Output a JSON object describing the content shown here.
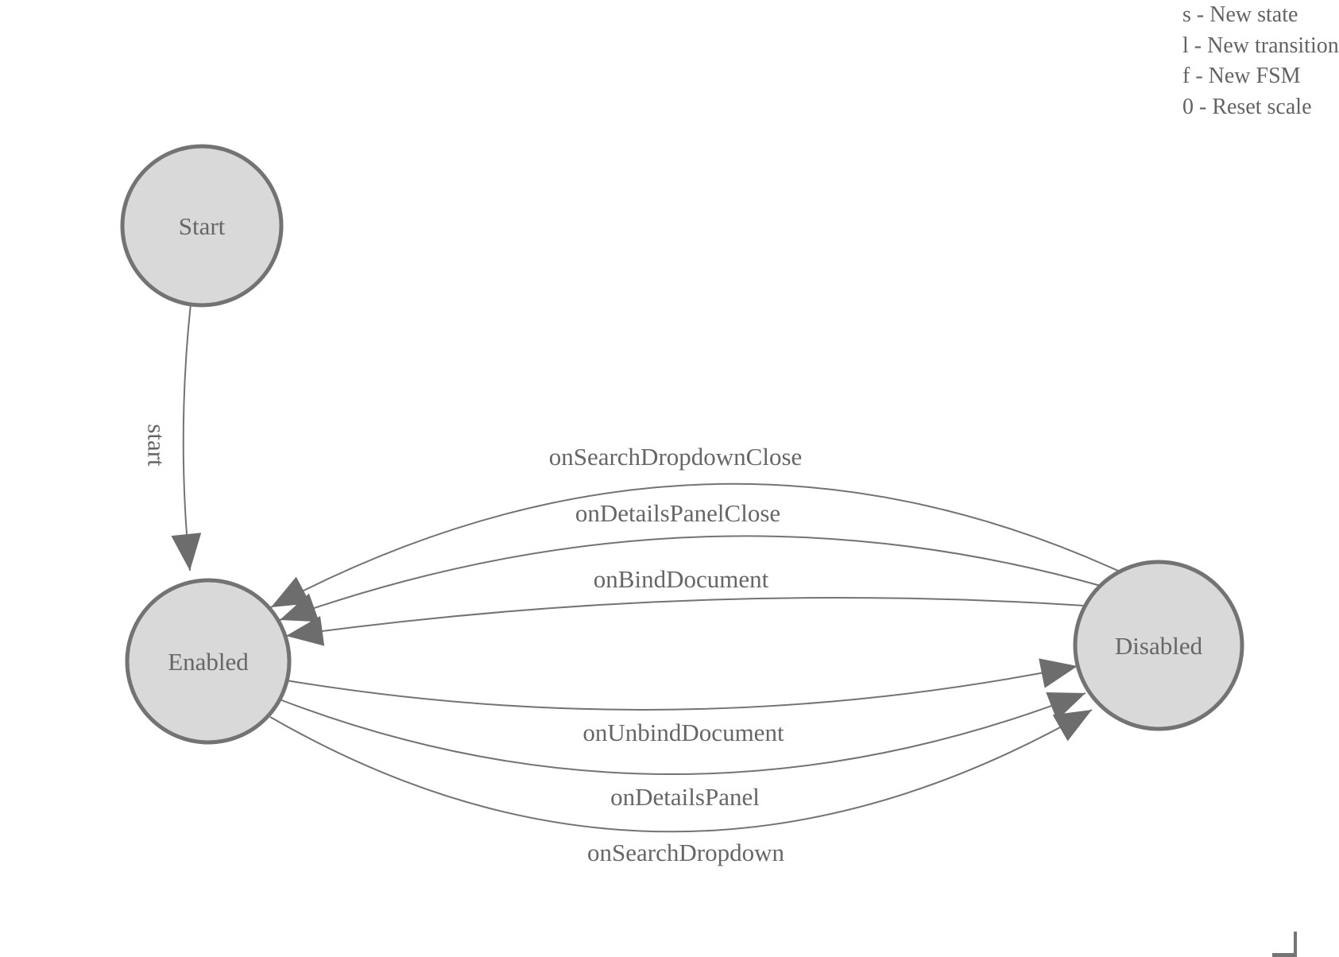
{
  "diagram": {
    "type": "finite-state-machine",
    "background": "#ffffff",
    "colors": {
      "node_fill": "#d9d9d9",
      "node_stroke": "#737373",
      "edge_stroke": "#737373",
      "arrow_fill": "#6d6d6d",
      "label_text": "#666666",
      "legend_text": "#636363"
    },
    "nodes": [
      {
        "id": "start",
        "label": "Start"
      },
      {
        "id": "enabled",
        "label": "Enabled"
      },
      {
        "id": "disabled",
        "label": "Disabled"
      }
    ],
    "edges": [
      {
        "id": "start-edge",
        "label": "start",
        "from": "Start",
        "to": "Enabled"
      },
      {
        "id": "close-search-dropdown",
        "label": "onSearchDropdownClose",
        "from": "Disabled",
        "to": "Enabled"
      },
      {
        "id": "close-details-panel",
        "label": "onDetailsPanelClose",
        "from": "Disabled",
        "to": "Enabled"
      },
      {
        "id": "bind-document",
        "label": "onBindDocument",
        "from": "Disabled",
        "to": "Enabled"
      },
      {
        "id": "unbind-document",
        "label": "onUnbindDocument",
        "from": "Enabled",
        "to": "Disabled"
      },
      {
        "id": "details-panel",
        "label": "onDetailsPanel",
        "from": "Enabled",
        "to": "Disabled"
      },
      {
        "id": "search-dropdown",
        "label": "onSearchDropdown",
        "from": "Enabled",
        "to": "Disabled"
      }
    ]
  },
  "legend": {
    "lines": [
      "s - New state",
      "l - New transition",
      "f - New FSM",
      "0 - Reset scale"
    ]
  }
}
